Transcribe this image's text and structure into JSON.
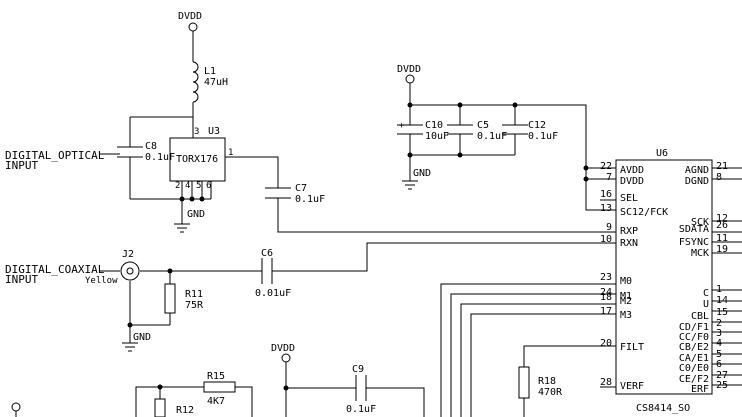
{
  "power_labels": {
    "dvdd_top": "DVDD",
    "dvdd_caps": "DVDD",
    "dvdd_bottom": "DVDD"
  },
  "ground_labels": {
    "gnd_u3": "GND",
    "gnd_caps": "GND",
    "gnd_j2": "GND"
  },
  "components": {
    "l1": {
      "ref": "L1",
      "value": "47uH"
    },
    "c8": {
      "ref": "C8",
      "value": "0.1uF"
    },
    "c7": {
      "ref": "C7",
      "value": "0.1uF"
    },
    "c10": {
      "ref": "C10",
      "value": "10uF",
      "polarity": "+"
    },
    "c5": {
      "ref": "C5",
      "value": "0.1uF"
    },
    "c12": {
      "ref": "C12",
      "value": "0.1uF"
    },
    "c6": {
      "ref": "C6",
      "value": "0.01uF"
    },
    "c9": {
      "ref": "C9",
      "value": "0.1uF"
    },
    "r11": {
      "ref": "R11",
      "value": "75R"
    },
    "r15": {
      "ref": "R15",
      "value": "4K7"
    },
    "r12": {
      "ref": "R12"
    },
    "r18": {
      "ref": "R18",
      "value": "470R"
    },
    "j2": {
      "ref": "J2",
      "value": "Yellow"
    }
  },
  "u3": {
    "ref": "U3",
    "part": "TORX176",
    "pins": {
      "p3": "3",
      "p1": "1",
      "p2": "2",
      "p4": "4",
      "p5": "5",
      "p6": "6"
    }
  },
  "u6": {
    "ref": "U6",
    "part": "CS8414_SO",
    "left_pins": [
      {
        "num": "22",
        "name": "AVDD"
      },
      {
        "num": "7",
        "name": "DVDD"
      },
      {
        "num": "16",
        "name": "SEL"
      },
      {
        "num": "13",
        "name": "SC12/FCK"
      },
      {
        "num": "9",
        "name": "RXP"
      },
      {
        "num": "10",
        "name": "RXN"
      },
      {
        "num": "23",
        "name": "M0"
      },
      {
        "num": "24",
        "name": "M1"
      },
      {
        "num": "18",
        "name": "M2"
      },
      {
        "num": "17",
        "name": "M3"
      },
      {
        "num": "20",
        "name": "FILT"
      },
      {
        "num": "28",
        "name": "VERF"
      }
    ],
    "right_pins": [
      {
        "num": "21",
        "name": "AGND"
      },
      {
        "num": "8",
        "name": "DGND"
      },
      {
        "num": "12",
        "name": "SCK"
      },
      {
        "num": "26",
        "name": "SDATA"
      },
      {
        "num": "11",
        "name": "FSYNC"
      },
      {
        "num": "19",
        "name": "MCK"
      },
      {
        "num": "1",
        "name": "C"
      },
      {
        "num": "14",
        "name": "U"
      },
      {
        "num": "15",
        "name": "CBL"
      },
      {
        "num": "2",
        "name": "CD/F1"
      },
      {
        "num": "3",
        "name": "CC/F0"
      },
      {
        "num": "4",
        "name": "CB/E2"
      },
      {
        "num": "5",
        "name": "CA/E1"
      },
      {
        "num": "6",
        "name": "C0/E0"
      },
      {
        "num": "27",
        "name": "CE/F2"
      },
      {
        "num": "25",
        "name": "ERF"
      }
    ]
  },
  "inputs": {
    "optical": [
      "DIGITAL_OPTICAL",
      "INPUT"
    ],
    "coaxial": [
      "DIGITAL_COAXIAL",
      "INPUT"
    ]
  }
}
